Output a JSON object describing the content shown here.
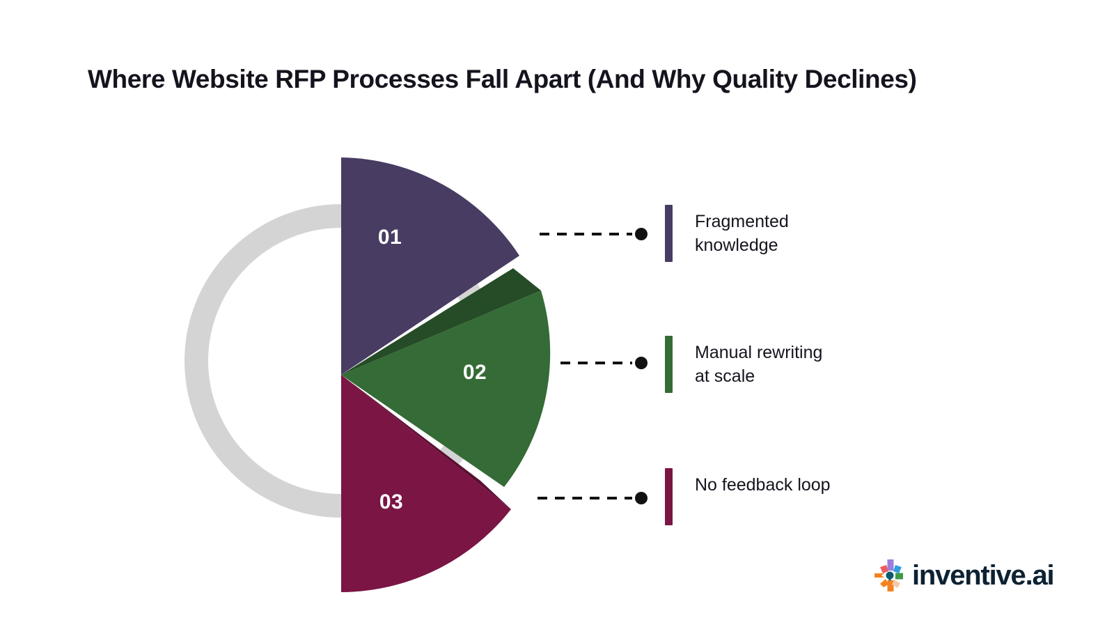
{
  "title": "Where Website RFP Processes Fall Apart (And Why Quality Declines)",
  "chart_data": {
    "type": "pie",
    "title": "Where Website RFP Processes Fall Apart (And Why Quality Declines)",
    "xlabel": "",
    "ylabel": "",
    "legend_position": "right",
    "grid": false,
    "note": "Semi-circular fan of three segments over a grey background ring; each segment is keyed by number to a dashed connector and legend label.",
    "categories": [
      "Fragmented knowledge",
      "Manual rewriting at scale",
      "No feedback loop"
    ],
    "segments": [
      {
        "number": "01",
        "label": "Fragmented knowledge",
        "color": "#483C62",
        "shadow_color": "#2f2745",
        "start_angle": -90,
        "end_angle": -23,
        "sweep": 67
      },
      {
        "number": "02",
        "label": "Manual rewriting at scale",
        "color": "#356B36",
        "shadow_color": "#254c26",
        "start_angle": -23,
        "end_angle": 38,
        "sweep": 61
      },
      {
        "number": "03",
        "label": "No feedback loop",
        "color": "#7A1544",
        "shadow_color": "#5c0f33",
        "start_angle": 38,
        "end_angle": 90,
        "sweep": 52
      }
    ],
    "values": [
      67,
      61,
      52
    ]
  },
  "ring": {
    "color": "#d4d4d4",
    "name": "background-ring"
  },
  "legend": {
    "items": [
      {
        "swatch_color": "#483C62",
        "line1": "Fragmented",
        "line2": "knowledge",
        "text": "Fragmented knowledge"
      },
      {
        "swatch_color": "#356B36",
        "line1": "Manual rewriting",
        "line2": "at scale",
        "text": "Manual rewriting at scale"
      },
      {
        "swatch_color": "#7A1544",
        "line1": "No feedback loop",
        "line2": "",
        "text": "No feedback loop"
      }
    ]
  },
  "connectors": [
    {
      "name": "connector-01",
      "dot_color": "#111111"
    },
    {
      "name": "connector-02",
      "dot_color": "#111111"
    },
    {
      "name": "connector-03",
      "dot_color": "#111111"
    }
  ],
  "logo": {
    "wordmark": "inventive.ai",
    "mark_colors": [
      "#ef5b5b",
      "#9b7ede",
      "#2f9fe0",
      "#f58220",
      "#0b5a6e",
      "#3f9a4a",
      "#f58220",
      "#f58220",
      "#f3c9a8"
    ]
  },
  "colors": {
    "purple": "#483C62",
    "green": "#356B36",
    "maroon": "#7A1544",
    "ring_grey": "#d4d4d4",
    "text": "#14141e",
    "background": "#ffffff"
  }
}
